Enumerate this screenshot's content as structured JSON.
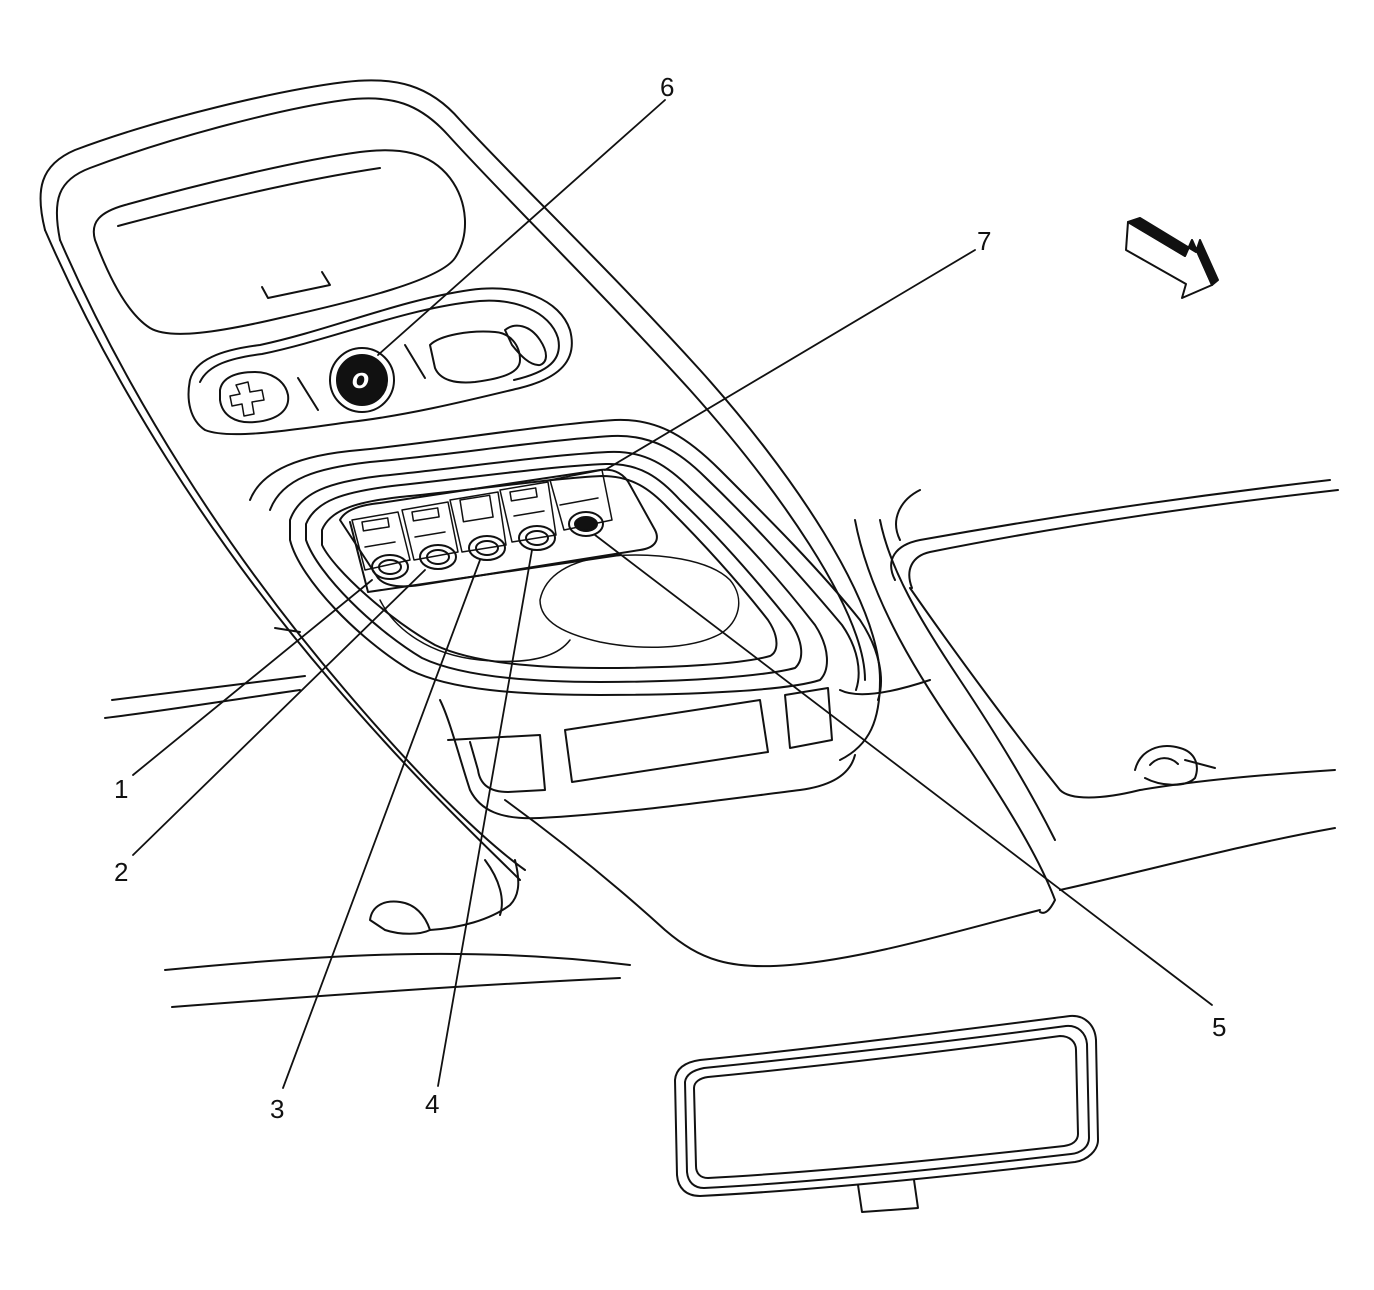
{
  "callouts": [
    {
      "id": "1",
      "label": "1"
    },
    {
      "id": "2",
      "label": "2"
    },
    {
      "id": "3",
      "label": "3"
    },
    {
      "id": "4",
      "label": "4"
    },
    {
      "id": "5",
      "label": "5"
    },
    {
      "id": "6",
      "label": "6"
    },
    {
      "id": "7",
      "label": "7"
    }
  ],
  "icons": {
    "onstar_button": "onstar-emergency-icon",
    "first_aid": "first-aid-cross-icon",
    "direction_arrow": "direction-arrow-icon",
    "onstar_glyph": "O"
  },
  "colors": {
    "line": "#111111",
    "background": "#ffffff"
  }
}
